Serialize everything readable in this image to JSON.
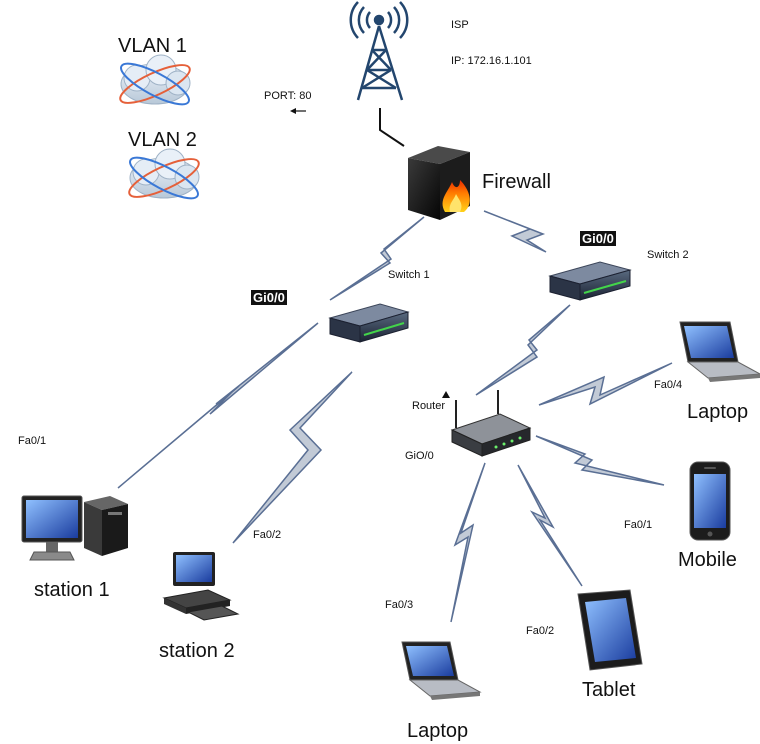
{
  "isp": {
    "name": "ISP",
    "ip": "IP: 172.16.1.101",
    "port": "PORT: 80"
  },
  "vlans": [
    "VLAN 1",
    "VLAN 2"
  ],
  "devices": {
    "firewall": "Firewall",
    "switch1": "Switch 1",
    "switch2": "Switch 2",
    "router": "Router",
    "station1": "station 1",
    "station2": "station 2",
    "laptop_right": "Laptop",
    "mobile": "Mobile",
    "tablet": "Tablet",
    "laptop_bottom": "Laptop"
  },
  "ports": {
    "switch1_uplink": "Gi0/0",
    "switch2_uplink": "Gi0/0",
    "router_uplink": "GiO/0",
    "station1": "Fa0/1",
    "station2": "Fa0/2",
    "laptop_right": "Fa0/4",
    "mobile": "Fa0/1",
    "tablet": "Fa0/2",
    "laptop_bottom": "Fa0/3"
  }
}
